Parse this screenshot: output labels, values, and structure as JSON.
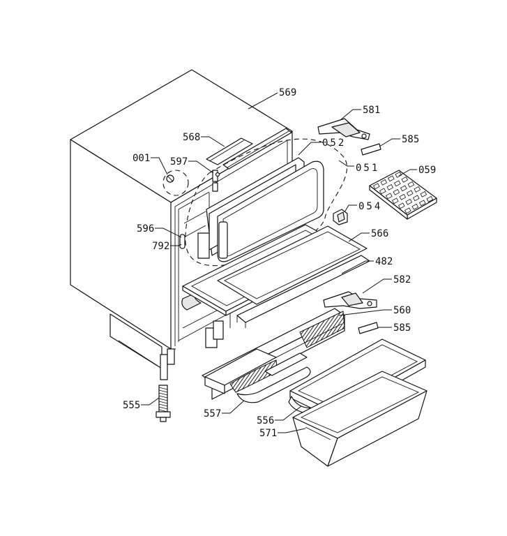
{
  "callouts": [
    {
      "id": "c569",
      "text": "569"
    },
    {
      "id": "c568",
      "text": "568"
    },
    {
      "id": "c001",
      "text": "001"
    },
    {
      "id": "c597",
      "text": "597"
    },
    {
      "id": "c052",
      "text": "052"
    },
    {
      "id": "c051",
      "text": "051"
    },
    {
      "id": "c581",
      "text": "581"
    },
    {
      "id": "c585a",
      "text": "585"
    },
    {
      "id": "c059",
      "text": "059"
    },
    {
      "id": "c054",
      "text": "054"
    },
    {
      "id": "c566",
      "text": "566"
    },
    {
      "id": "c596",
      "text": "596"
    },
    {
      "id": "c792",
      "text": "792"
    },
    {
      "id": "c482",
      "text": "482"
    },
    {
      "id": "c582",
      "text": "582"
    },
    {
      "id": "c560",
      "text": "560"
    },
    {
      "id": "c585b",
      "text": "585"
    },
    {
      "id": "c555",
      "text": "555"
    },
    {
      "id": "c557",
      "text": "557"
    },
    {
      "id": "c556",
      "text": "556"
    },
    {
      "id": "c571",
      "text": "571"
    }
  ]
}
